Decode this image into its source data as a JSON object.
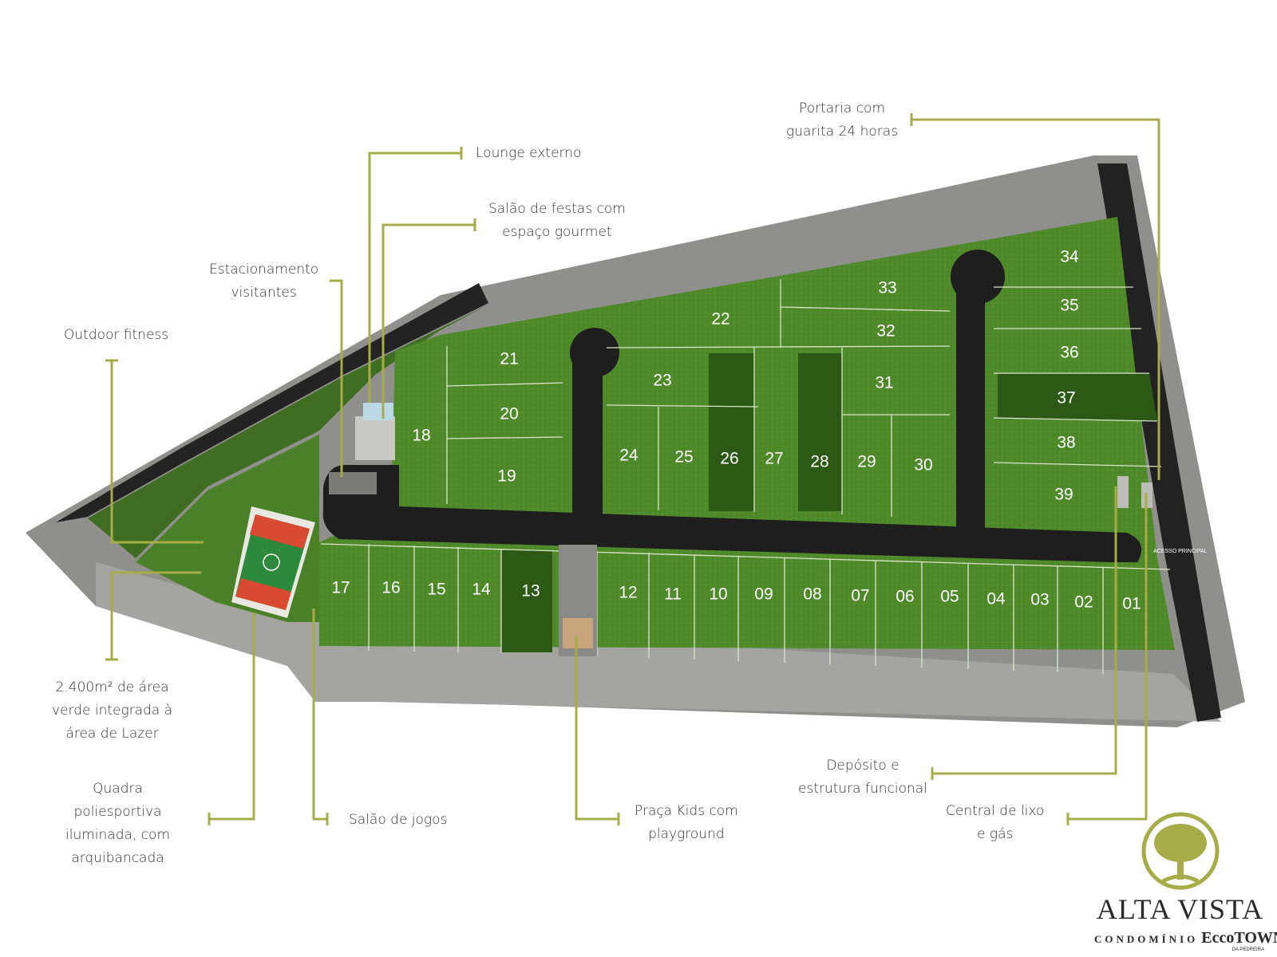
{
  "brand": {
    "name": "ALTA VISTA",
    "condominio": "CONDOMÍNIO",
    "developer": "EccoTOWN",
    "developer_note": "DA PEDREIRA",
    "line_color": "#a6ac48"
  },
  "map": {
    "access_label": "ACESSO PRINCIPAL",
    "colors": {
      "lot": "#4f8a2a",
      "lot_dark": "#2c5a16",
      "road": "#1e1e1e",
      "sidewalk": "#9b9b97",
      "court": "#2d8a3c",
      "court_end": "#d84a32"
    },
    "lots": {
      "top_row": [
        "17",
        "16",
        "15",
        "14",
        "13",
        "12",
        "11",
        "10",
        "09",
        "08",
        "07",
        "06",
        "05",
        "04",
        "03",
        "02",
        "01"
      ],
      "left_block": [
        "18",
        "21",
        "20",
        "19"
      ],
      "middle_block": [
        "22",
        "23",
        "24",
        "25",
        "26",
        "27",
        "28",
        "29",
        "30",
        "31",
        "32",
        "33"
      ],
      "right_block": [
        "34",
        "35",
        "36",
        "37",
        "38",
        "39"
      ]
    }
  },
  "callouts": {
    "lounge": "Lounge externo",
    "salao_festas": "Salão de festas com\nespaço gourmet",
    "estacionamento": "Estacionamento\nvisitantes",
    "outdoor_fitness": "Outdoor fitness",
    "portaria": "Portaria com\nguarita 24 horas",
    "area_verde": "2.400m² de área\nverde integrada à\nárea de Lazer",
    "quadra": "Quadra\npoliesportiva\niluminada, com\narquibancada",
    "salao_jogos": "Salão de jogos",
    "praca_kids": "Praça Kids com\nplayground",
    "deposito": "Depósito e\nestrutura funcional",
    "central_lixo": "Central de lixo\ne gás"
  }
}
